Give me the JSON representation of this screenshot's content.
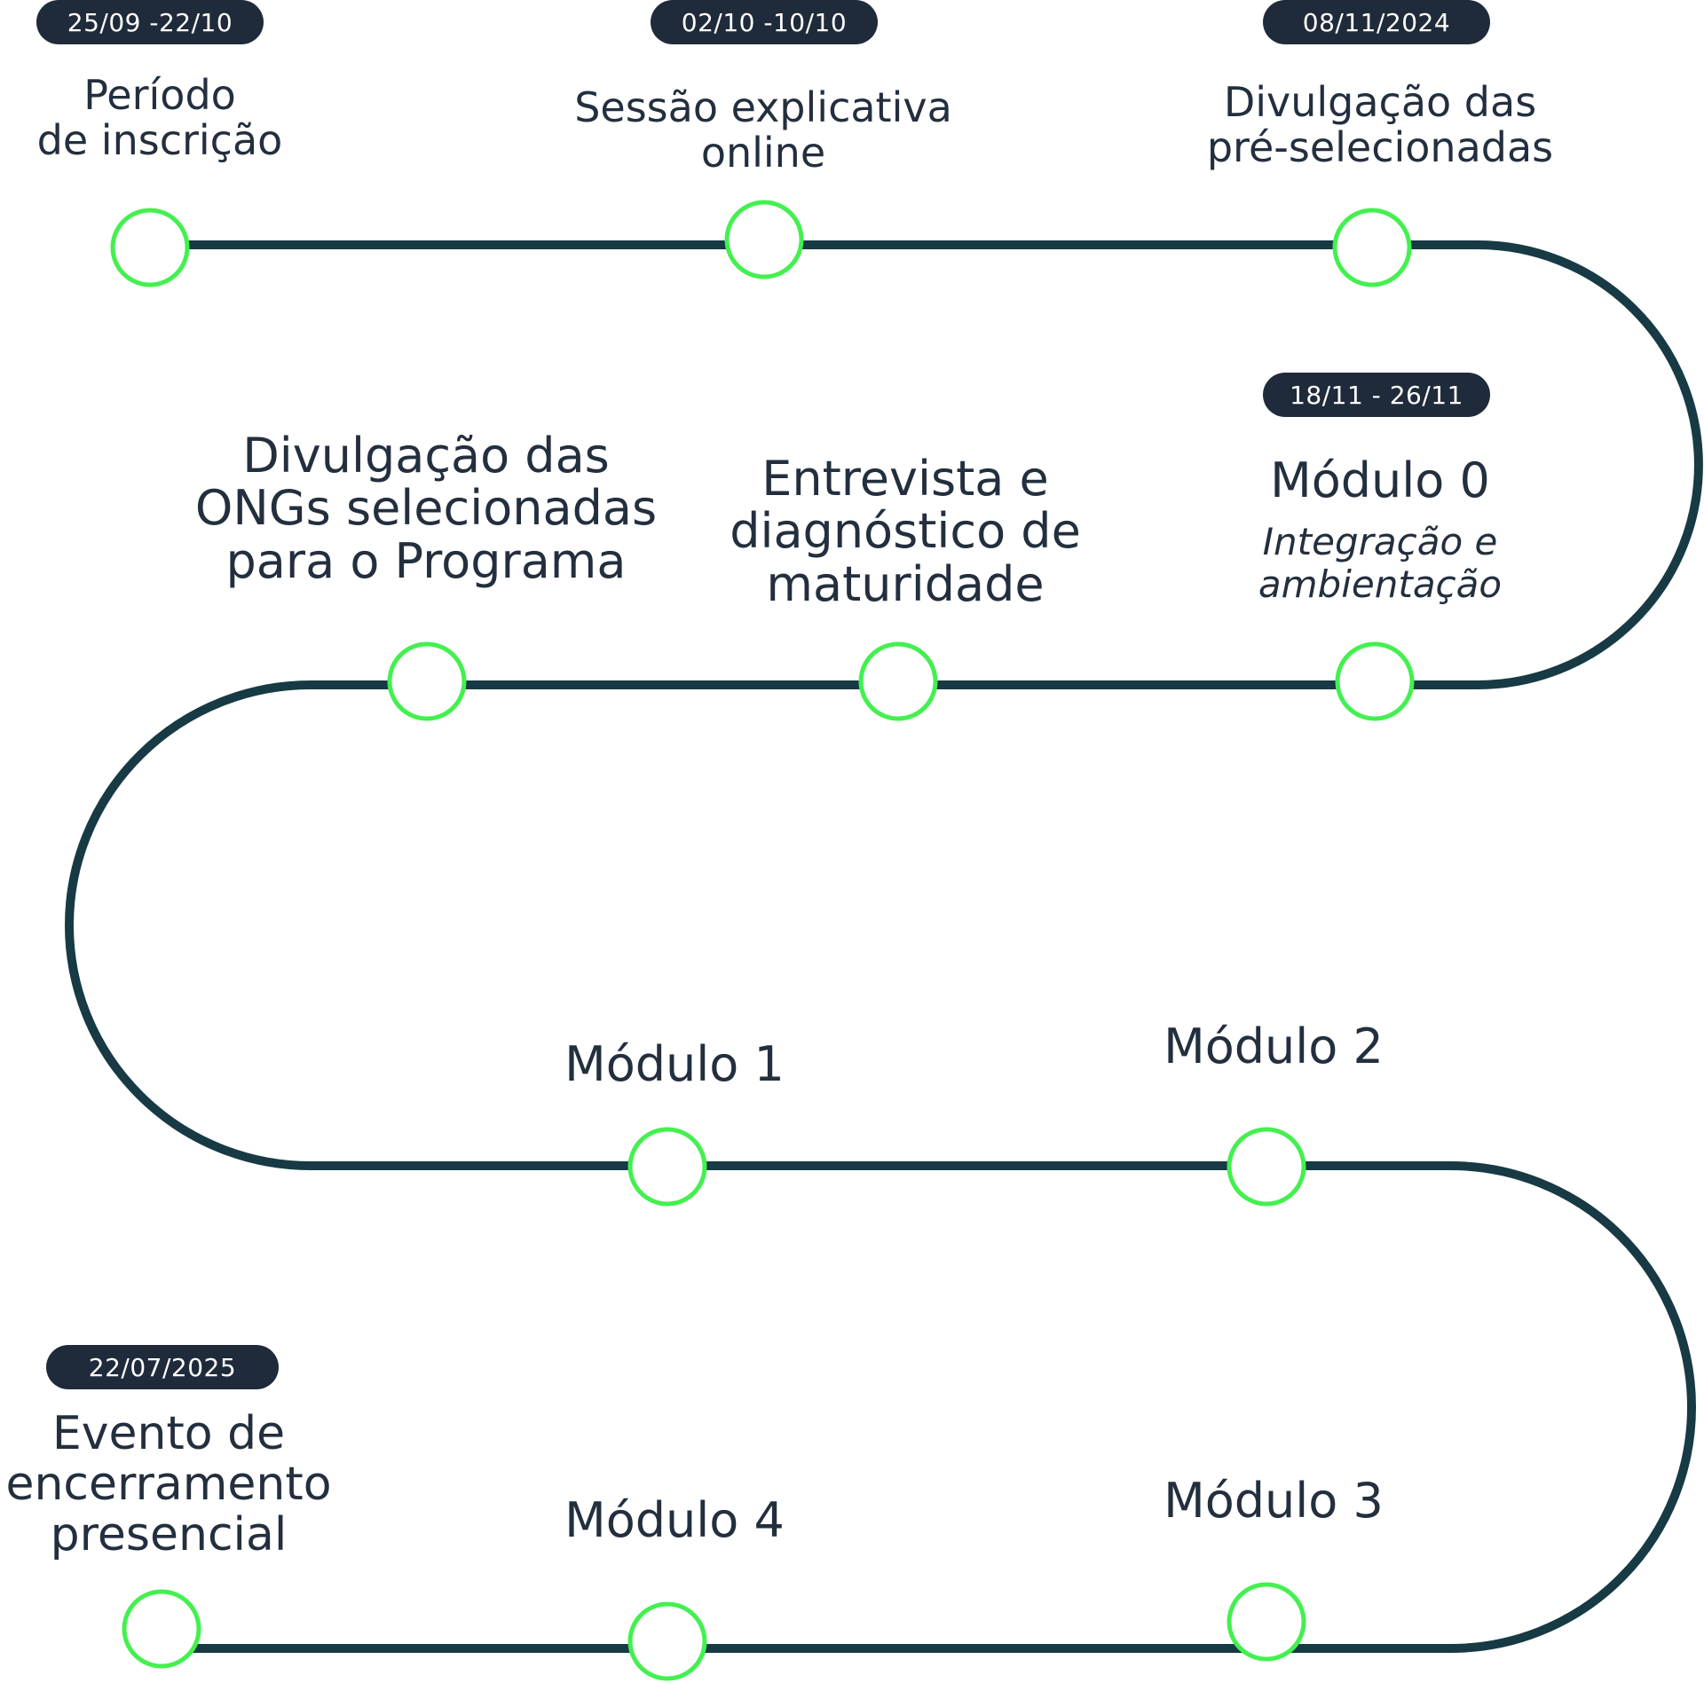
{
  "milestones": [
    {
      "date": "25/09 -22/10",
      "title": "Período\nde inscrição"
    },
    {
      "date": "02/10 -10/10",
      "title": "Sessão explicativa\nonline"
    },
    {
      "date": "08/11/2024",
      "title": "Divulgação das\npré-selecionadas"
    },
    {
      "date": "18/11 - 26/11",
      "title": "Módulo 0",
      "subtitle": "Integração e\nambientação"
    },
    {
      "title": "Entrevista e\ndiagnóstico de\nmaturidade"
    },
    {
      "title": "Divulgação das\nONGs selecionadas\npara o Programa"
    },
    {
      "title": "Módulo 1"
    },
    {
      "title": "Módulo 2"
    },
    {
      "title": "Módulo 3"
    },
    {
      "title": "Módulo 4"
    },
    {
      "date": "22/07/2025",
      "title": "Evento de\nencerramento\npresencial"
    }
  ],
  "colors": {
    "path": "#173a44",
    "node_stroke": "#43f04f",
    "badge_bg": "#1f2b3a",
    "text": "#232f3e"
  }
}
